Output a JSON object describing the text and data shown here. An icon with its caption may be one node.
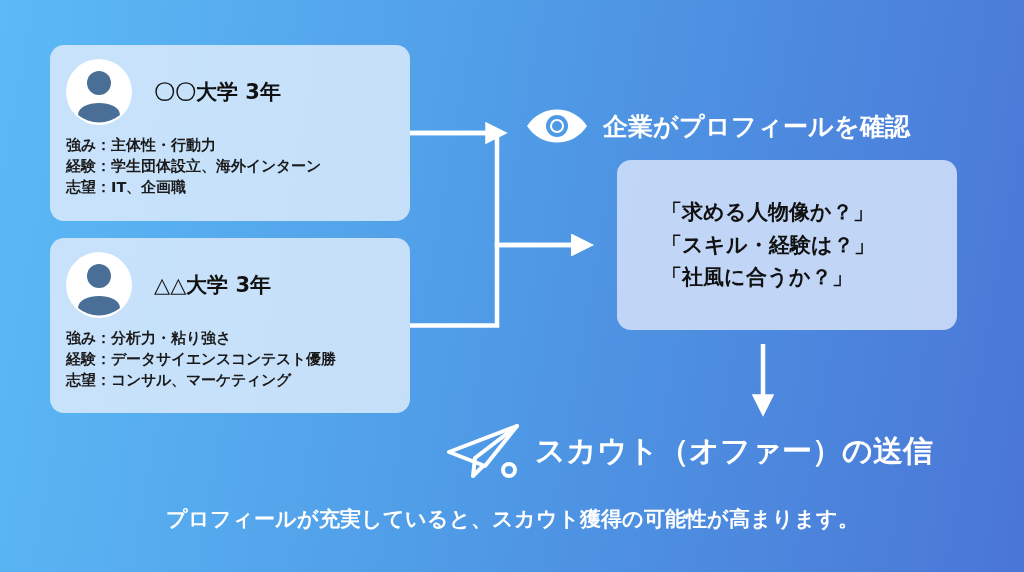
{
  "diagram": {
    "caption": "プロフィールが充実していると、スカウト獲得の可能性が高まります。",
    "nodes": [
      {
        "text": [
          "〇〇大学 3年",
          "強み：主体性・行動力",
          "経験：学生団体設立、海外インターン",
          "志望：IT、企画職"
        ]
      },
      {
        "text": [
          "△△大学 3年",
          "強み：分析力・粘り強さ",
          "経験：データサイエンスコンテスト優勝",
          "志望：コンサル、マーケティング"
        ]
      },
      {
        "text": [
          "企業がプロフィールを確認"
        ]
      },
      {
        "text": [
          "「求める人物像か？」",
          "「スキル・経験は？」",
          "「社風に合うか？」"
        ]
      },
      {
        "text": [
          "スカウト（オファー）の送信"
        ]
      }
    ],
    "edges": [
      {
        "from": 0,
        "to": 2,
        "arrow": "to"
      },
      {
        "from": 0,
        "to": 3,
        "arrow": "to"
      },
      {
        "from": 1,
        "to": 3,
        "arrow": "to"
      },
      {
        "from": 3,
        "to": 4,
        "arrow": "to"
      }
    ]
  }
}
